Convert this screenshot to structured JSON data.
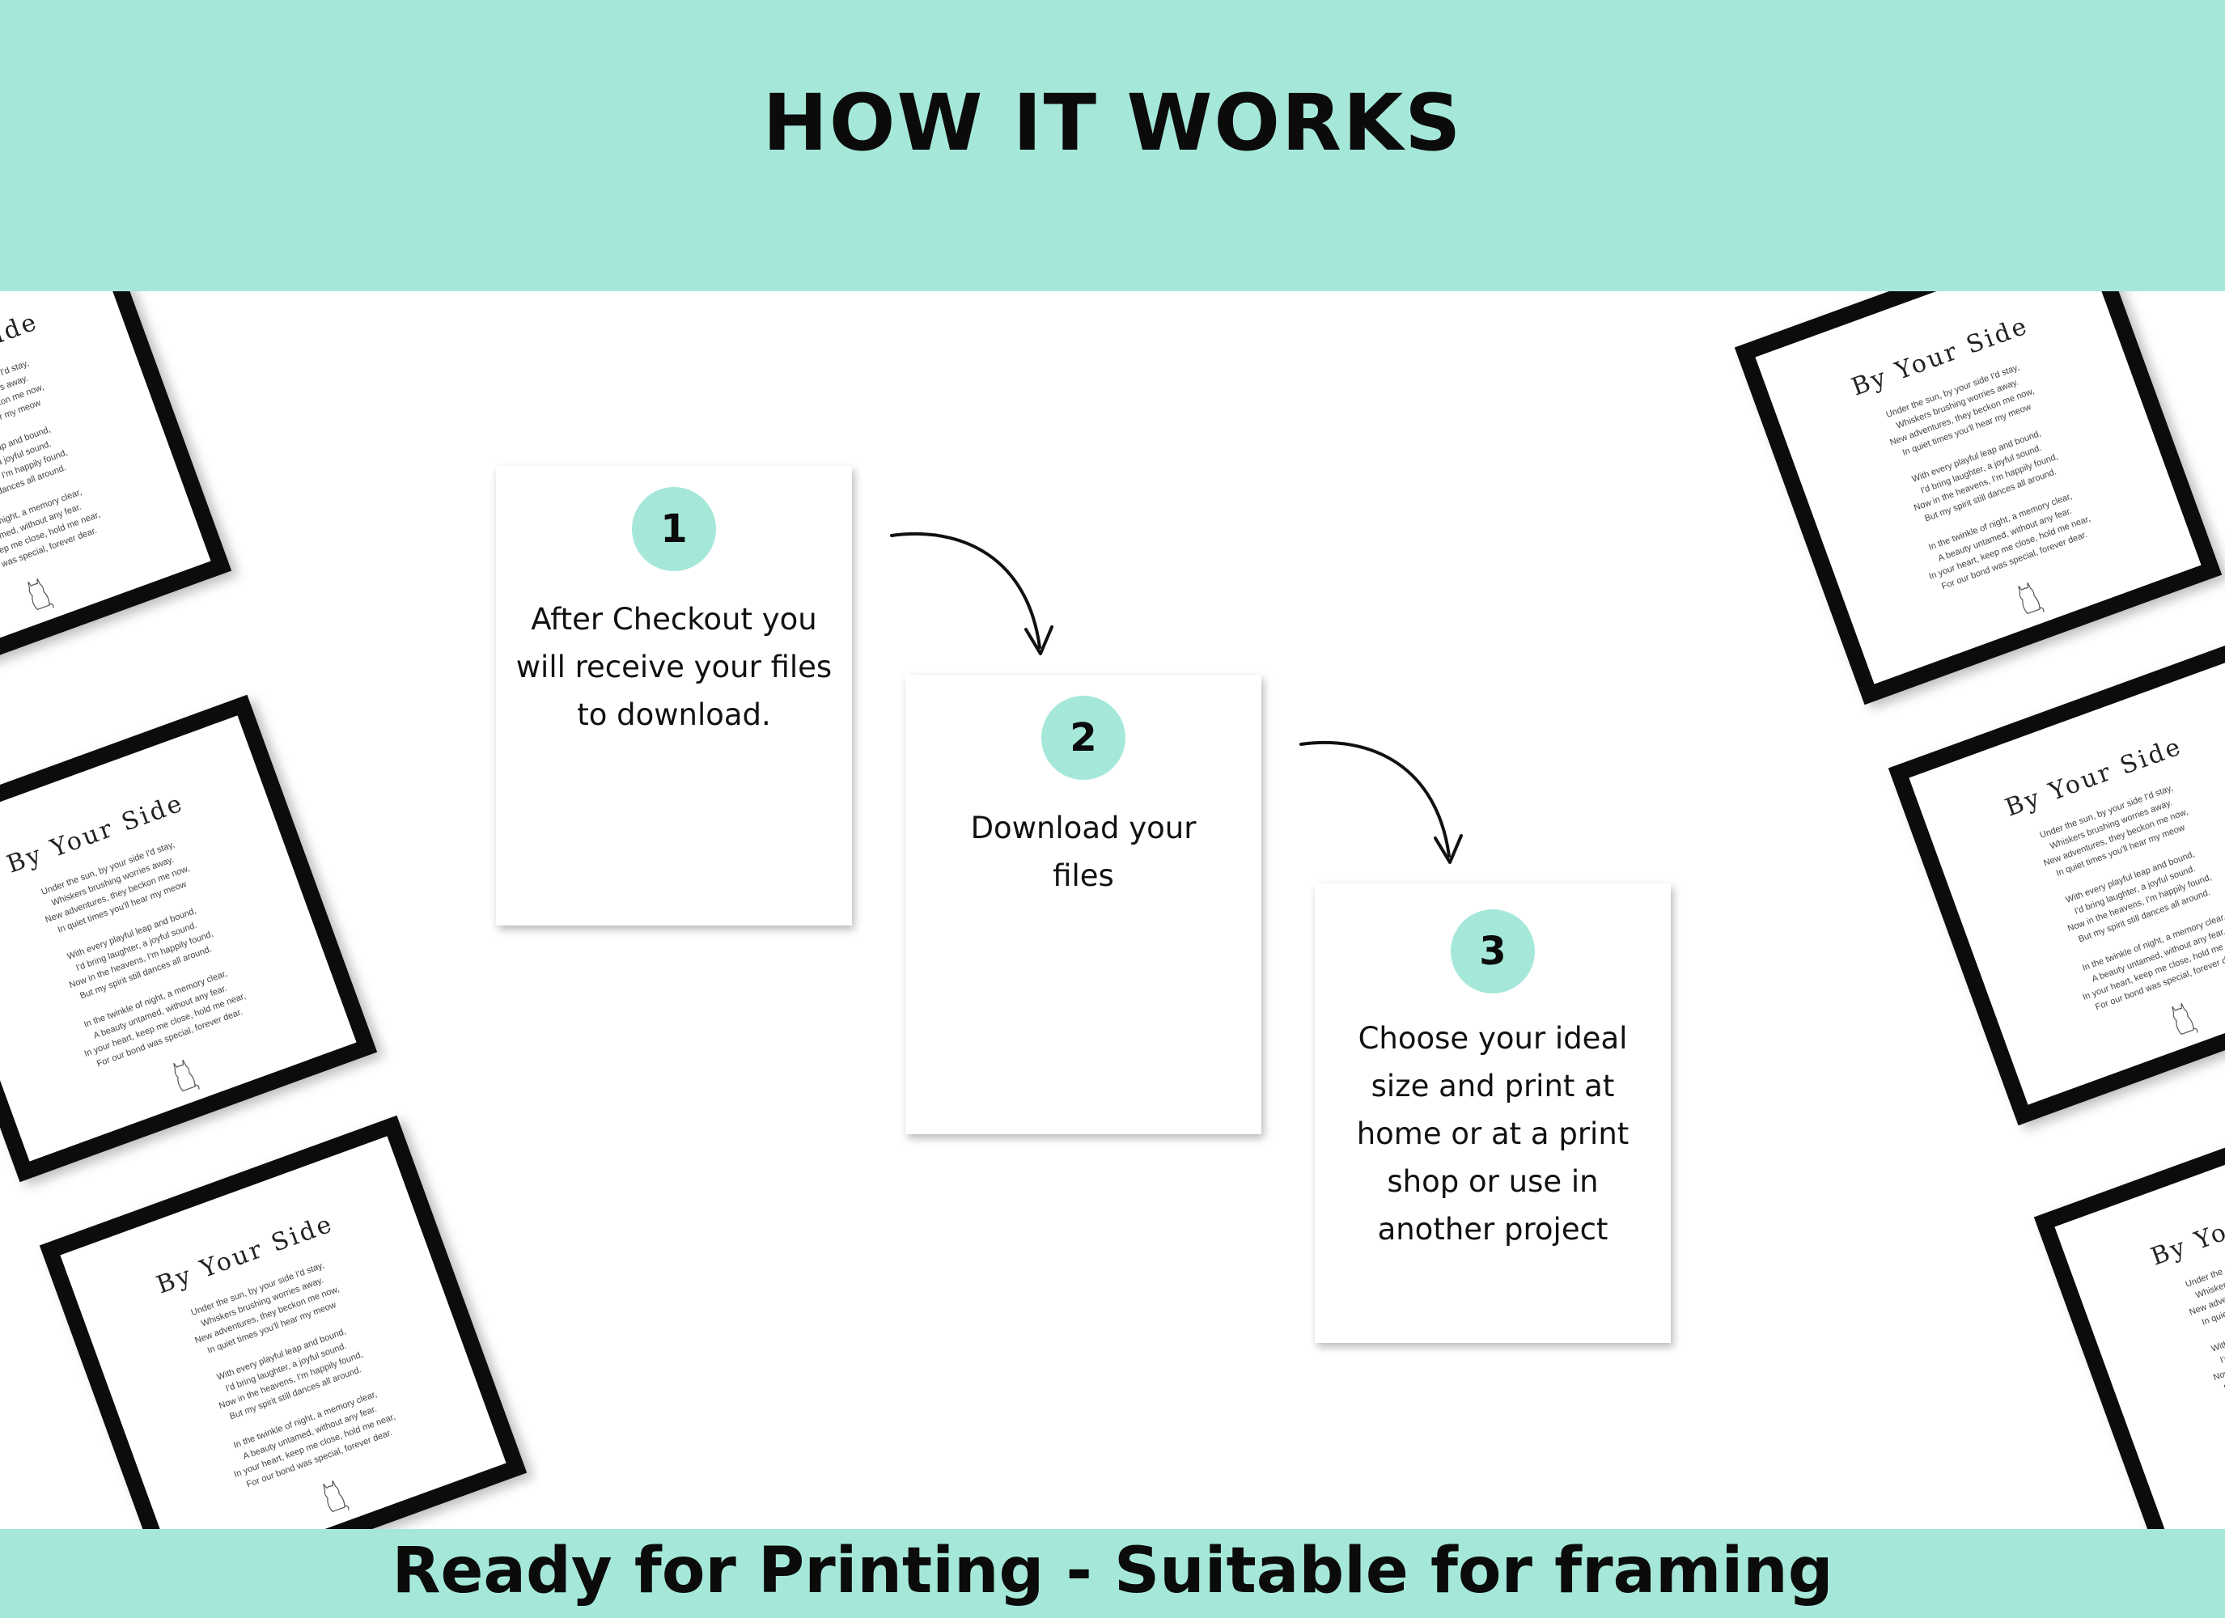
{
  "header": {
    "title": "HOW IT WORKS"
  },
  "steps": [
    {
      "number": "1",
      "text": "After Checkout you will receive your files to download."
    },
    {
      "number": "2",
      "text": "Download your files"
    },
    {
      "number": "3",
      "text": "Choose your ideal size and print at home or at a print shop or use in another project"
    }
  ],
  "poem": {
    "title": "By Your Side",
    "stanza1": [
      "Under the sun, by your side I'd stay,",
      "Whiskers brushing worries away.",
      "New adventures, they beckon me now,",
      "In quiet times you'll hear my meow"
    ],
    "stanza2": [
      "With every playful leap and bound,",
      "I'd bring laughter, a joyful sound.",
      "Now in the heavens, I'm happily found,",
      "But my spirit still dances all around."
    ],
    "stanza3": [
      "In the twinkle of night, a memory clear,",
      "A beauty untamed, without any fear.",
      "In your heart, keep me close, hold me near,",
      "For our bond was special, forever dear."
    ]
  },
  "footer": {
    "text": "Ready for Printing - Suitable for framing"
  },
  "colors": {
    "accent": "#a5e8d9",
    "frame": "#0c0c0c"
  }
}
